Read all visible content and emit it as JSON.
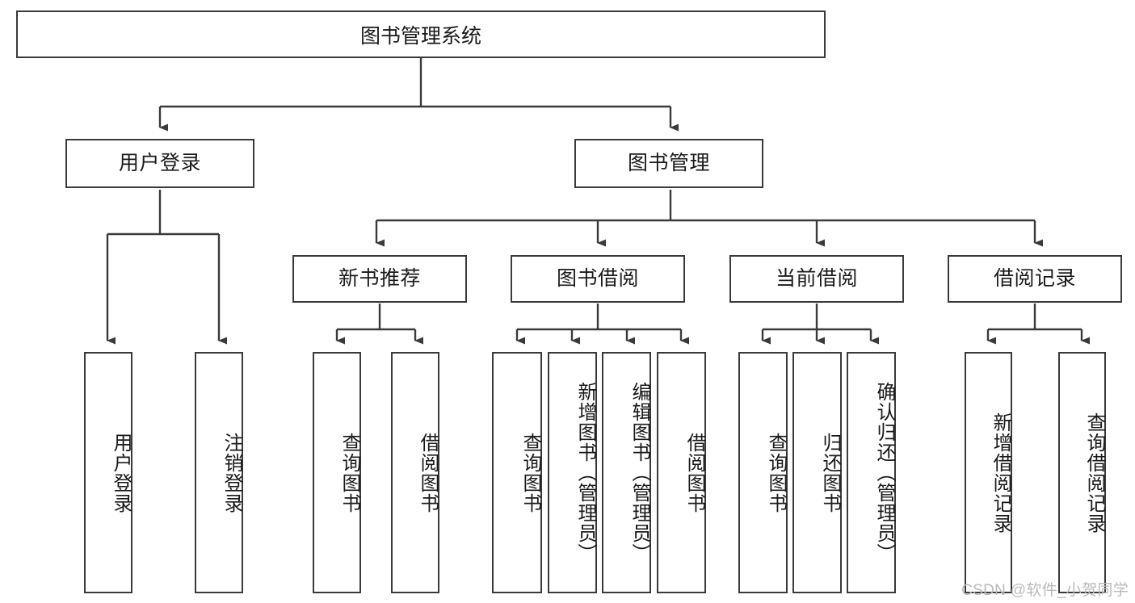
{
  "diagram": {
    "title": "图书管理系统",
    "type": "tree-hierarchy",
    "watermark": "CSDN @软件_小贺同学",
    "colors": {
      "background": "#ffffff",
      "box_border": "#3a3a3a",
      "box_fill": "#ffffff",
      "connector": "#3a3a3a",
      "text": "#1a1a1a",
      "watermark": "#b9b9b9"
    },
    "levels": {
      "root": {
        "label": "图书管理系统"
      },
      "level2": [
        {
          "label": "用户登录"
        },
        {
          "label": "图书管理"
        }
      ],
      "level3": [
        {
          "label": "新书推荐"
        },
        {
          "label": "图书借阅"
        },
        {
          "label": "当前借阅"
        },
        {
          "label": "借阅记录"
        }
      ],
      "leaves": {
        "user_login": [
          {
            "label": "用户登录"
          },
          {
            "label": "注销登录"
          }
        ],
        "new_book_recommend": [
          {
            "label": "查询图书"
          },
          {
            "label": "借阅图书"
          }
        ],
        "book_borrow": [
          {
            "label": "查询图书"
          },
          {
            "label": "新增图书（管理员）"
          },
          {
            "label": "编辑图书（管理员）"
          },
          {
            "label": "借阅图书"
          }
        ],
        "current_borrow": [
          {
            "label": "查询图书"
          },
          {
            "label": "归还图书"
          },
          {
            "label": "确认归还（管理员）"
          }
        ],
        "borrow_record": [
          {
            "label": "新增借阅记录"
          },
          {
            "label": "查询借阅记录"
          }
        ]
      }
    }
  }
}
